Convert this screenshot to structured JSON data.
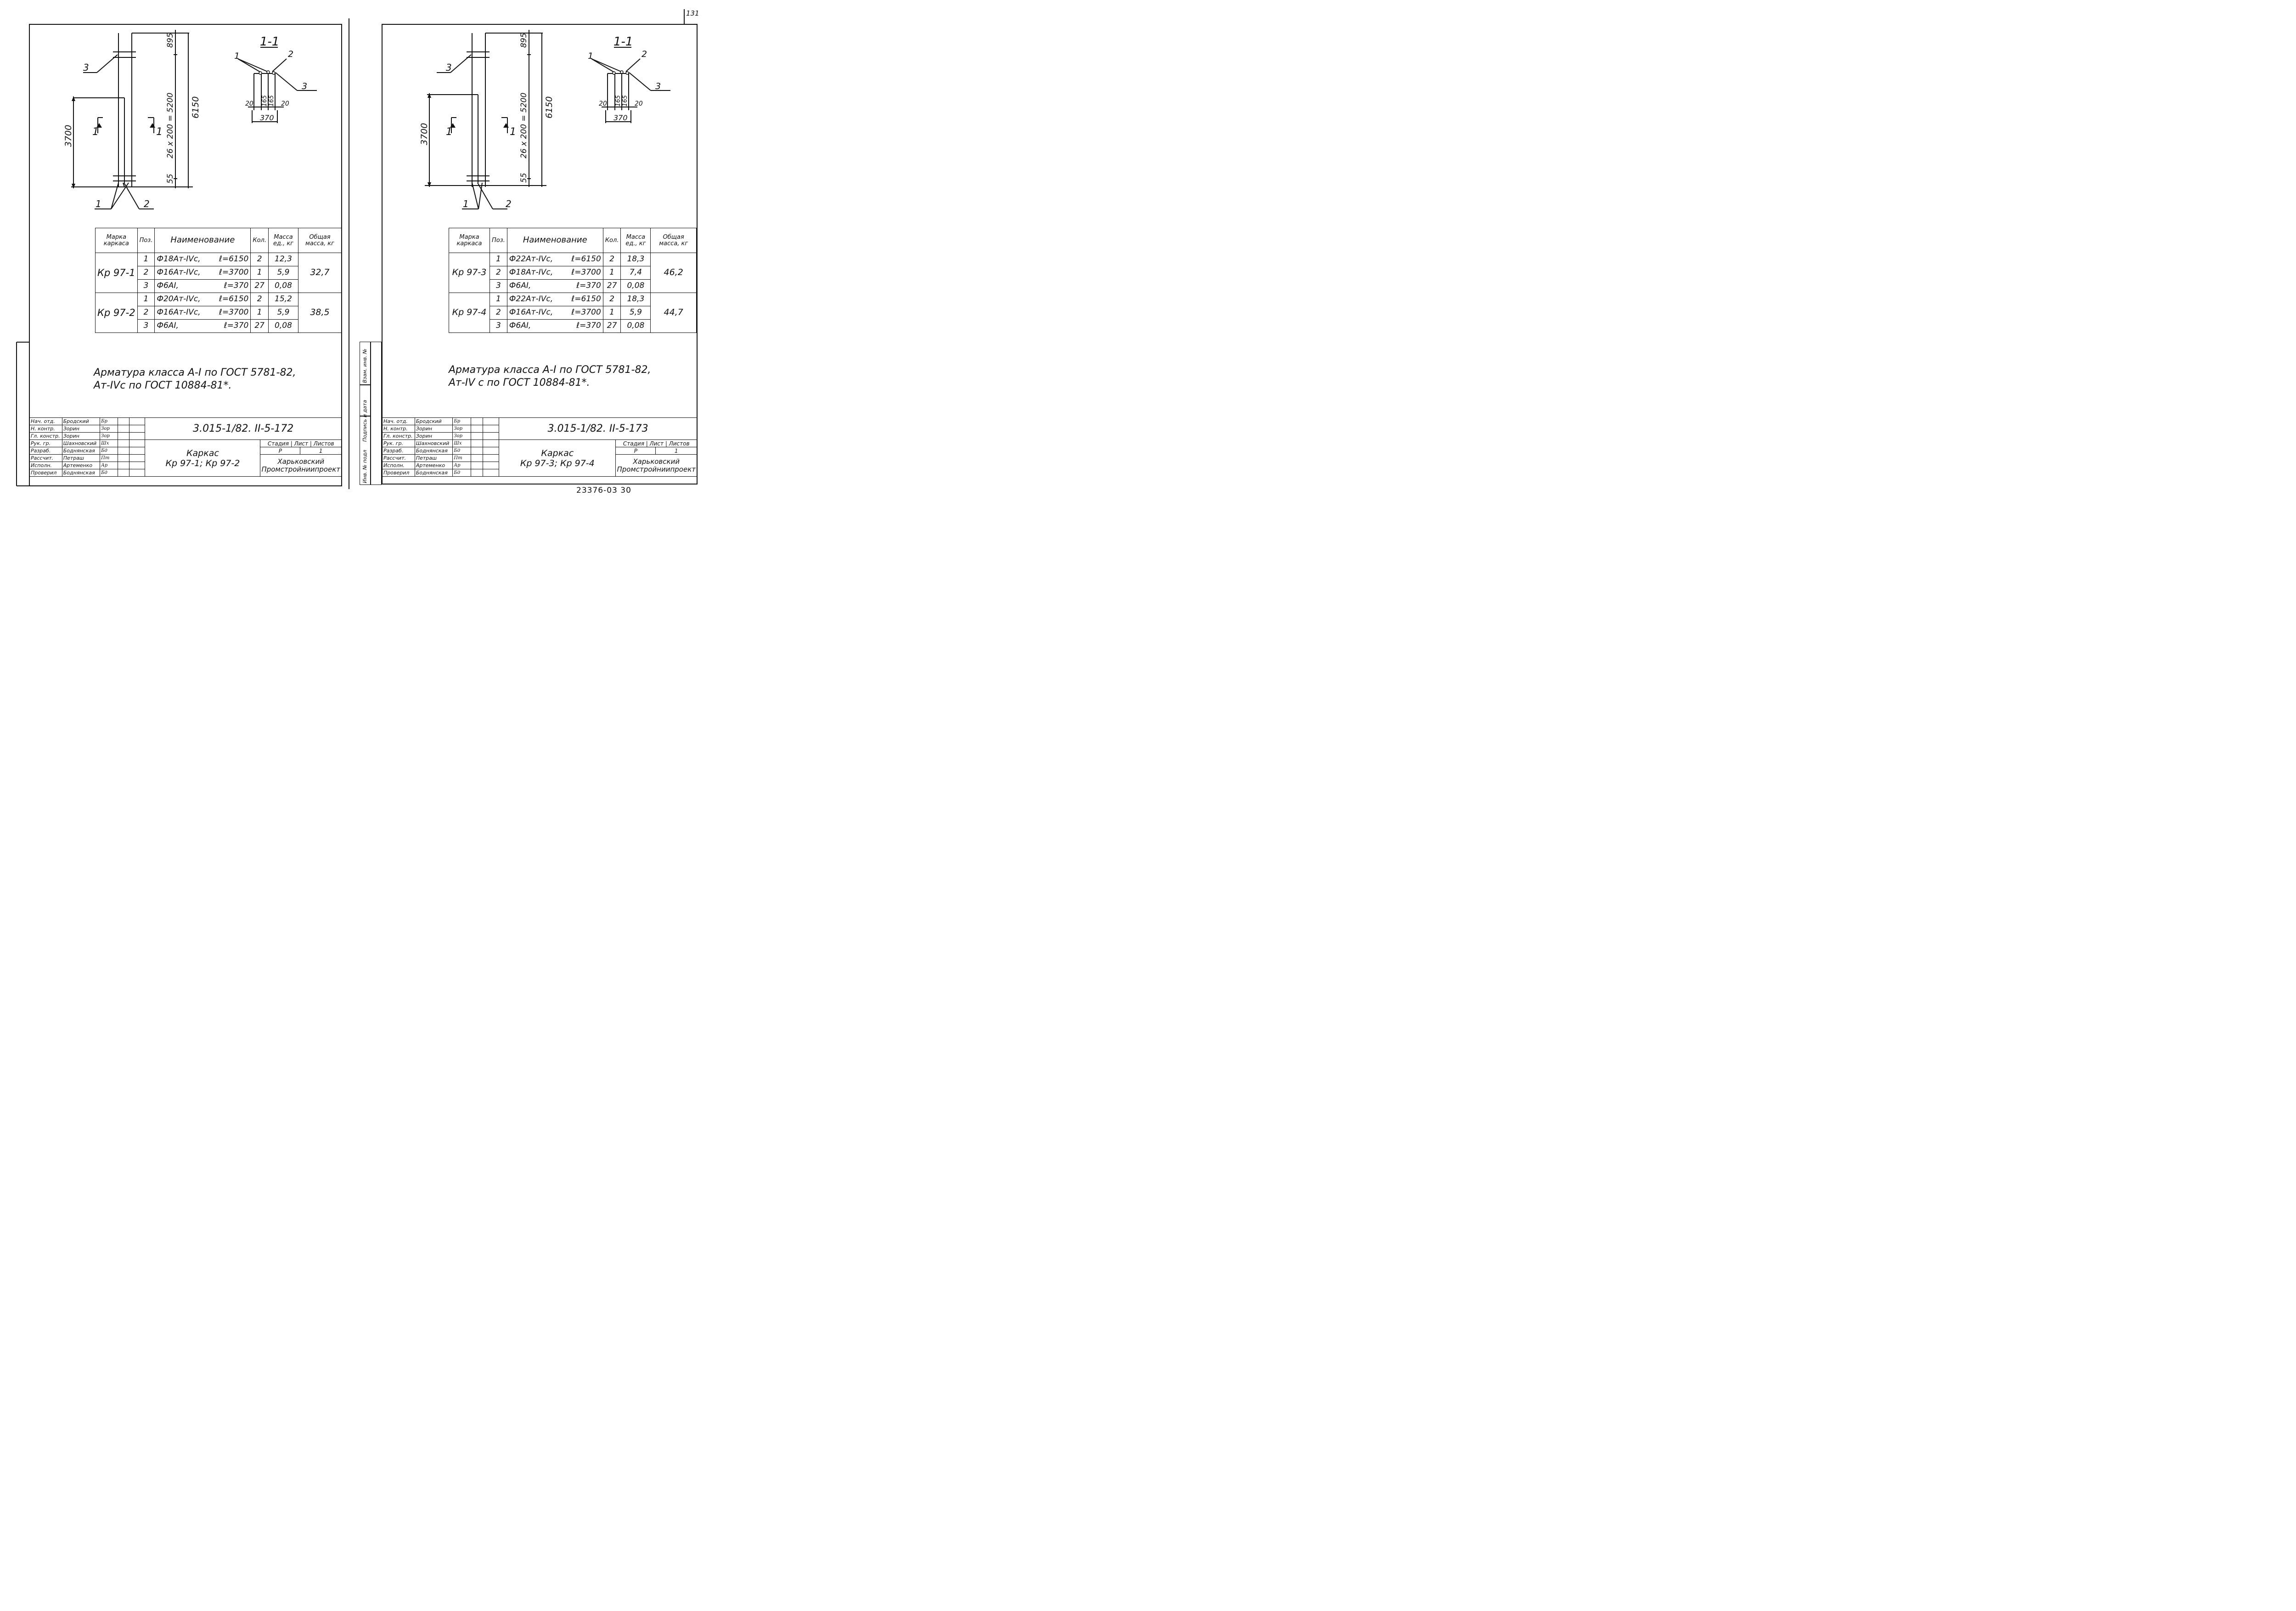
{
  "page_number": "131",
  "archive_number": "23376-03 30",
  "side_strip": {
    "inv_podl": "Инв. № подл",
    "podpis_data": "Подпись и дата",
    "vzam_inv": "Взам. инв. №"
  },
  "sheets": [
    {
      "drawing": {
        "dim_top": "895",
        "dim_spacing": "26 x 200 = 5200",
        "dim_total": "6150",
        "dim_height": "3700",
        "dim_bottom": "55",
        "label_3": "3",
        "label_1": "1",
        "label_2": "2",
        "section_mark": "1",
        "section_title": "1-1",
        "sec_label_1": "1",
        "sec_label_2": "2",
        "sec_label_3": "3",
        "sec_d20a": "20",
        "sec_d165a": "165",
        "sec_d165b": "165",
        "sec_d20b": "20",
        "sec_width": "370"
      },
      "spec": {
        "headers": [
          "Марка каркаса",
          "Поз.",
          "Наименование",
          "Кол.",
          "Масса ед., кг",
          "Общая масса, кг"
        ],
        "groups": [
          {
            "mark": "Кр 97-1",
            "total": "32,7",
            "rows": [
              {
                "pos": "1",
                "name": "Ф18Ат-IVс,",
                "len": "ℓ=6150",
                "qty": "2",
                "mass": "12,3"
              },
              {
                "pos": "2",
                "name": "Ф16Ат-IVс,",
                "len": "ℓ=3700",
                "qty": "1",
                "mass": "5,9"
              },
              {
                "pos": "3",
                "name": "Ф6АI,",
                "len": "ℓ=370",
                "qty": "27",
                "mass": "0,08"
              }
            ]
          },
          {
            "mark": "Кр 97-2",
            "total": "38,5",
            "rows": [
              {
                "pos": "1",
                "name": "Ф20Ат-IVс,",
                "len": "ℓ=6150",
                "qty": "2",
                "mass": "15,2"
              },
              {
                "pos": "2",
                "name": "Ф16Ат-IVс,",
                "len": "ℓ=3700",
                "qty": "1",
                "mass": "5,9"
              },
              {
                "pos": "3",
                "name": "Ф6АI,",
                "len": "ℓ=370",
                "qty": "27",
                "mass": "0,08"
              }
            ]
          }
        ]
      },
      "note": [
        "Арматура   класса  А-I  по  ГОСТ 5781-82,",
        "Ат-IVс  по   ГОСТ 10884-81*."
      ],
      "title_block": {
        "code": "3.015-1/82. II-5-172",
        "title_line1": "Каркас",
        "title_line2": "Кр 97-1; Кр 97-2",
        "stage_label": "Стадия",
        "sheet_label": "Лист",
        "sheets_label": "Листов",
        "stage": "Р",
        "sheet": "",
        "sheets": "1",
        "org_line1": "Харьковский",
        "org_line2": "Промстройниипроект",
        "staff": [
          {
            "role": "Нач. отд.",
            "name": "Бродский",
            "sign": "Бр"
          },
          {
            "role": "Н. контр.",
            "name": "Зорин",
            "sign": "Зор"
          },
          {
            "role": "Гл. констр.",
            "name": "Зорин",
            "sign": "Зор"
          },
          {
            "role": "Рук. гр.",
            "name": "Шахновский",
            "sign": "Шх"
          },
          {
            "role": "Разраб.",
            "name": "Боднянская",
            "sign": "Бд"
          },
          {
            "role": "Рассчит.",
            "name": "Петраш",
            "sign": "Пт"
          },
          {
            "role": "Исполн.",
            "name": "Артеменко",
            "sign": "Ар"
          },
          {
            "role": "Проверил",
            "name": "Боднянская",
            "sign": "Бд"
          }
        ]
      }
    },
    {
      "drawing": {
        "dim_top": "895",
        "dim_spacing": "26 x 200 = 5200",
        "dim_total": "6150",
        "dim_height": "3700",
        "dim_bottom": "55",
        "label_3": "3",
        "label_1": "1",
        "label_2": "2",
        "section_mark": "1",
        "section_title": "1-1",
        "sec_label_1": "1",
        "sec_label_2": "2",
        "sec_label_3": "3",
        "sec_d20a": "20",
        "sec_d165a": "165",
        "sec_d165b": "165",
        "sec_d20b": "20",
        "sec_width": "370"
      },
      "spec": {
        "headers": [
          "Марка каркаса",
          "Поз.",
          "Наименование",
          "Кол.",
          "Масса ед., кг",
          "Общая масса, кг"
        ],
        "groups": [
          {
            "mark": "Кр 97-3",
            "total": "46,2",
            "rows": [
              {
                "pos": "1",
                "name": "Ф22Ат-IVс,",
                "len": "ℓ=6150",
                "qty": "2",
                "mass": "18,3"
              },
              {
                "pos": "2",
                "name": "Ф18Ат-IVс,",
                "len": "ℓ=3700",
                "qty": "1",
                "mass": "7,4"
              },
              {
                "pos": "3",
                "name": "Ф6АI,",
                "len": "ℓ=370",
                "qty": "27",
                "mass": "0,08"
              }
            ]
          },
          {
            "mark": "Кр 97-4",
            "total": "44,7",
            "rows": [
              {
                "pos": "1",
                "name": "Ф22Ат-IVс,",
                "len": "ℓ=6150",
                "qty": "2",
                "mass": "18,3"
              },
              {
                "pos": "2",
                "name": "Ф16Ат-IVс,",
                "len": "ℓ=3700",
                "qty": "1",
                "mass": "5,9"
              },
              {
                "pos": "3",
                "name": "Ф6АI,",
                "len": "ℓ=370",
                "qty": "27",
                "mass": "0,08"
              }
            ]
          }
        ]
      },
      "note": [
        "Арматура   класса   А-I  по  ГОСТ 5781-82,",
        "Ат-IV с    по  ГОСТ 10884-81*."
      ],
      "title_block": {
        "code": "3.015-1/82. II-5-173",
        "title_line1": "Каркас",
        "title_line2": "Кр 97-3; Кр 97-4",
        "stage_label": "Стадия",
        "sheet_label": "Лист",
        "sheets_label": "Листов",
        "stage": "Р",
        "sheet": "",
        "sheets": "1",
        "org_line1": "Харьковский",
        "org_line2": "Промстройниипроект",
        "staff": [
          {
            "role": "Нач. отд.",
            "name": "Бродский",
            "sign": "Бр"
          },
          {
            "role": "Н. контр.",
            "name": "Зорин",
            "sign": "Зор"
          },
          {
            "role": "Гл. констр.",
            "name": "Зорин",
            "sign": "Зор"
          },
          {
            "role": "Рук. гр.",
            "name": "Шахновский",
            "sign": "Шх"
          },
          {
            "role": "Разраб.",
            "name": "Боднянская",
            "sign": "Бд"
          },
          {
            "role": "Рассчит.",
            "name": "Петраш",
            "sign": "Пт"
          },
          {
            "role": "Исполн.",
            "name": "Артеменко",
            "sign": "Ар"
          },
          {
            "role": "Проверил",
            "name": "Боднянская",
            "sign": "Бд"
          }
        ]
      }
    }
  ]
}
